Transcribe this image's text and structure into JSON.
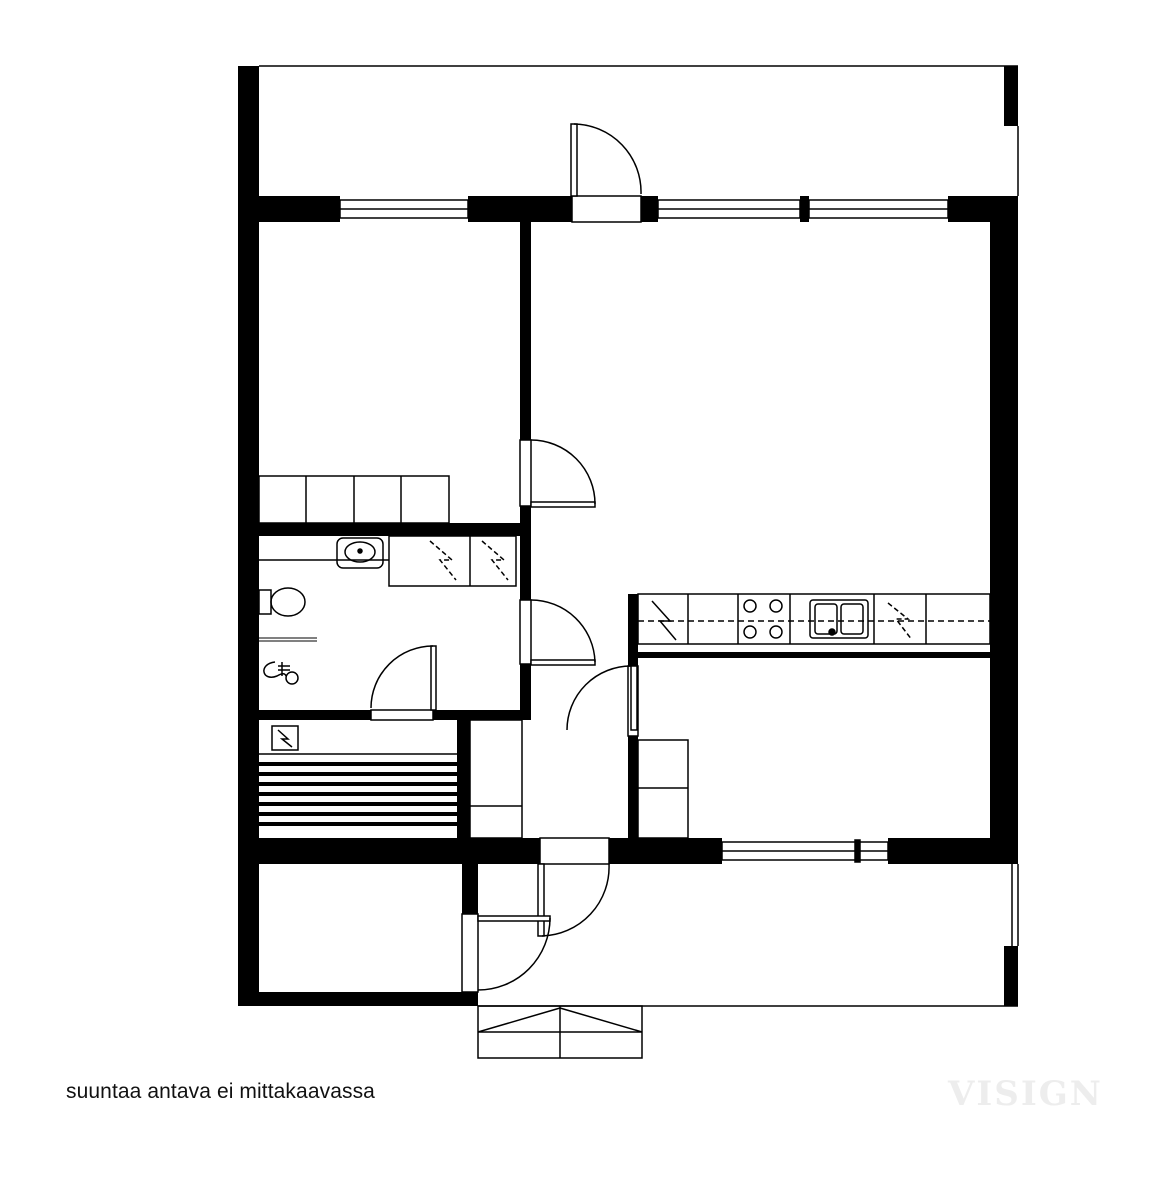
{
  "caption": "suuntaa antava ei mittakaavassa",
  "watermark": "VISIGN",
  "colors": {
    "wall": "#000000",
    "line": "#000000",
    "background": "#ffffff",
    "watermark": "#ededed"
  },
  "symbols": [
    "door-swing",
    "window",
    "wardrobe",
    "closet",
    "washbasin",
    "toilet",
    "shower",
    "sauna-bench",
    "sauna-stove",
    "stove",
    "sink",
    "appliance",
    "terrace-steps"
  ]
}
